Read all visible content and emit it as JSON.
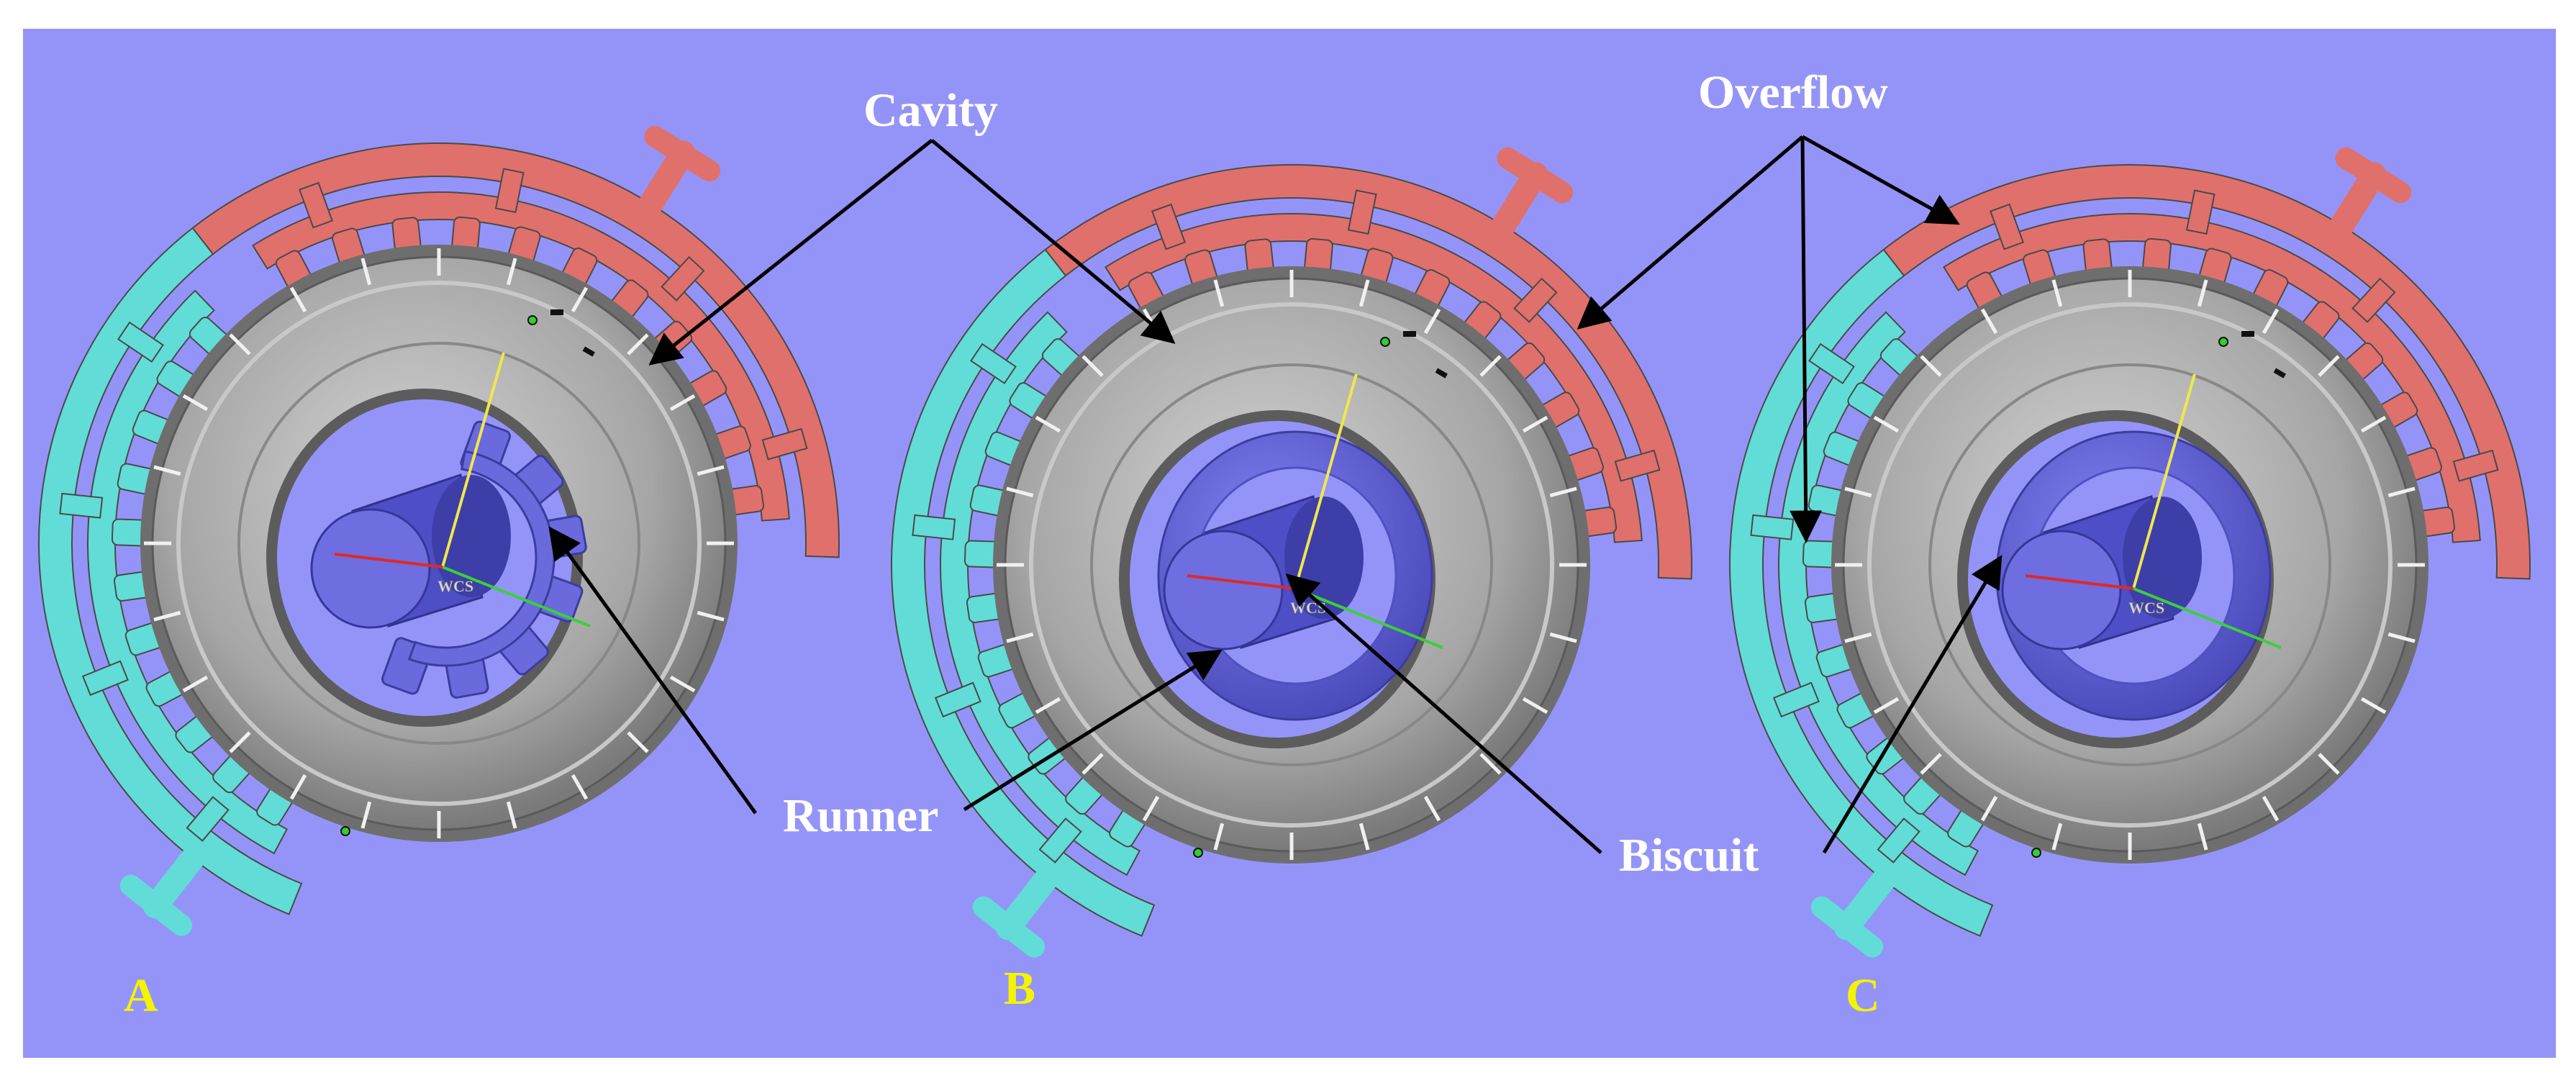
{
  "labels": {
    "cavity": "Cavity",
    "overflow": "Overflow",
    "runner": "Runner",
    "biscuit": "Biscuit"
  },
  "panels": [
    {
      "letter": "A",
      "gate": "open-spoke"
    },
    {
      "letter": "B",
      "gate": "ring"
    },
    {
      "letter": "C",
      "gate": "ring"
    }
  ],
  "axis_triad_label": "WCS",
  "colors": {
    "background": "#9494f8",
    "cavity": "#9c9c9c",
    "overflow_top": "#e0706c",
    "overflow_bottom": "#62dcd6",
    "runner_biscuit": "#6a6adc",
    "label_text": "#ffffff",
    "panel_letter": "#f4f400",
    "arrow": "#000000"
  }
}
